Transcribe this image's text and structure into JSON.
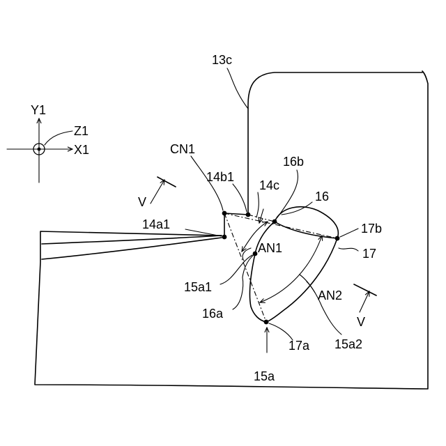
{
  "figure": {
    "labels": {
      "ref_13c": "13c",
      "axis_y1": "Y1",
      "axis_z1": "Z1",
      "axis_x1": "X1",
      "cn1": "CN1",
      "ref_14b1": "14b1",
      "ref_16b": "16b",
      "ref_14c": "14c",
      "ref_16": "16",
      "ref_14a1": "14a1",
      "ref_17b": "17b",
      "an1": "AN1",
      "ref_17": "17",
      "ref_15a1": "15a1",
      "an2": "AN2",
      "ref_16a": "16a",
      "ref_17a": "17a",
      "ref_15a2": "15a2",
      "ref_15a": "15a",
      "section_v_left": "V",
      "section_v_right": "V"
    }
  }
}
